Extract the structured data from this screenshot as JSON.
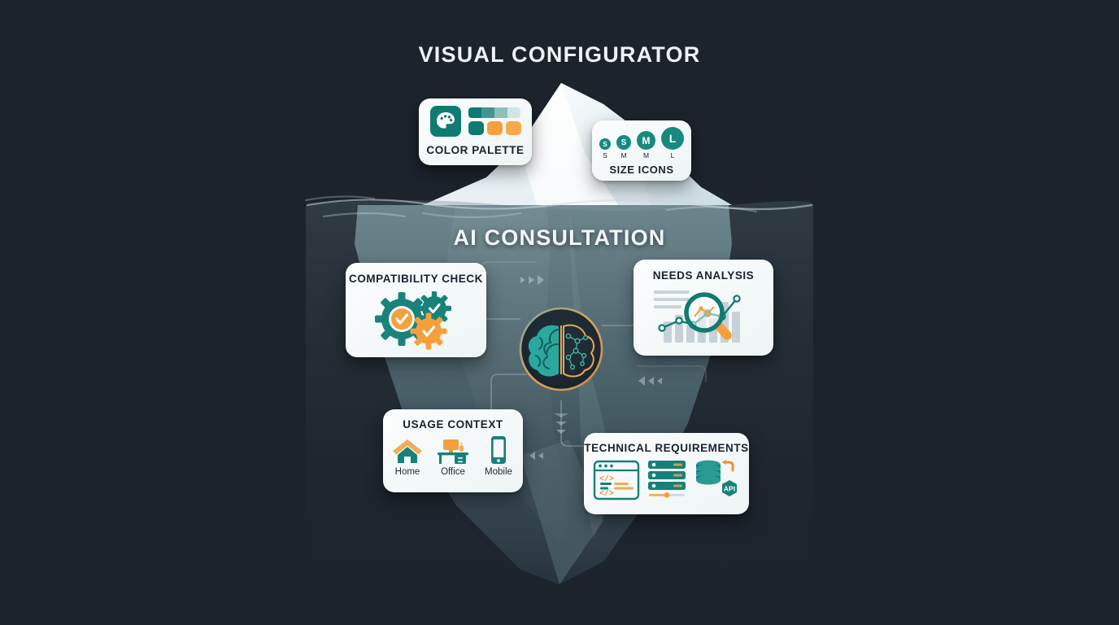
{
  "background_color": "#1c232b",
  "headings": {
    "above_water": "VISUAL CONFIGURATOR",
    "below_water": "AI CONSULTATION"
  },
  "colors": {
    "teal_dark": "#0f7b72",
    "teal": "#17897f",
    "teal_mid": "#4f9e99",
    "teal_light": "#8fbcbb",
    "teal_pale": "#cfe0e1",
    "orange": "#f5a03c",
    "orange_deep": "#ef8f2a",
    "ice_light": "#f3f8fa",
    "ice_mid": "#dbe7ec",
    "water": "#54686f",
    "card_bg": "#f5f9f9",
    "text_dark": "#17222b",
    "text_light": "#eef2f5"
  },
  "cards": {
    "color_palette": {
      "title": "COLOR PALETTE",
      "icon": "palette-icon",
      "swatches_top": [
        "#0e7a72",
        "#3f9790",
        "#8fbfbd",
        "#d2e4e5"
      ],
      "swatches_bottom": [
        "#0e7a72",
        "#f5a03c",
        "#f7a949"
      ]
    },
    "size_icons": {
      "title": "SIZE ICONS",
      "items": [
        {
          "glyph": "S",
          "label": "S",
          "diameter": 14,
          "font_size": 8
        },
        {
          "glyph": "S",
          "label": "M",
          "diameter": 18,
          "font_size": 10
        },
        {
          "glyph": "M",
          "label": "M",
          "diameter": 23,
          "font_size": 12
        },
        {
          "glyph": "L",
          "label": "L",
          "diameter": 28,
          "font_size": 14
        }
      ]
    },
    "compatibility_check": {
      "title": "COMPATIBILITY CHECK",
      "icon": "gears-with-checkmarks-icon"
    },
    "needs_analysis": {
      "title": "NEEDS ANALYSIS",
      "icon": "magnifying-glass-over-bar-chart-icon"
    },
    "usage_context": {
      "title": "USAGE CONTEXT",
      "items": [
        {
          "label": "Home",
          "icon": "house-icon"
        },
        {
          "label": "Office",
          "icon": "desk-icon"
        },
        {
          "label": "Mobile",
          "icon": "smartphone-icon"
        }
      ]
    },
    "technical_requirements": {
      "title": "TECHNICAL REQUIREMENTS",
      "icons": [
        "code-window-icon",
        "server-rack-icon",
        "database-icon",
        "api-hexagon-icon"
      ],
      "api_label": "API"
    }
  },
  "center_node": {
    "name": "ai-brain-icon",
    "left_hemisphere": "organic-brain",
    "right_hemisphere": "neural-network"
  }
}
